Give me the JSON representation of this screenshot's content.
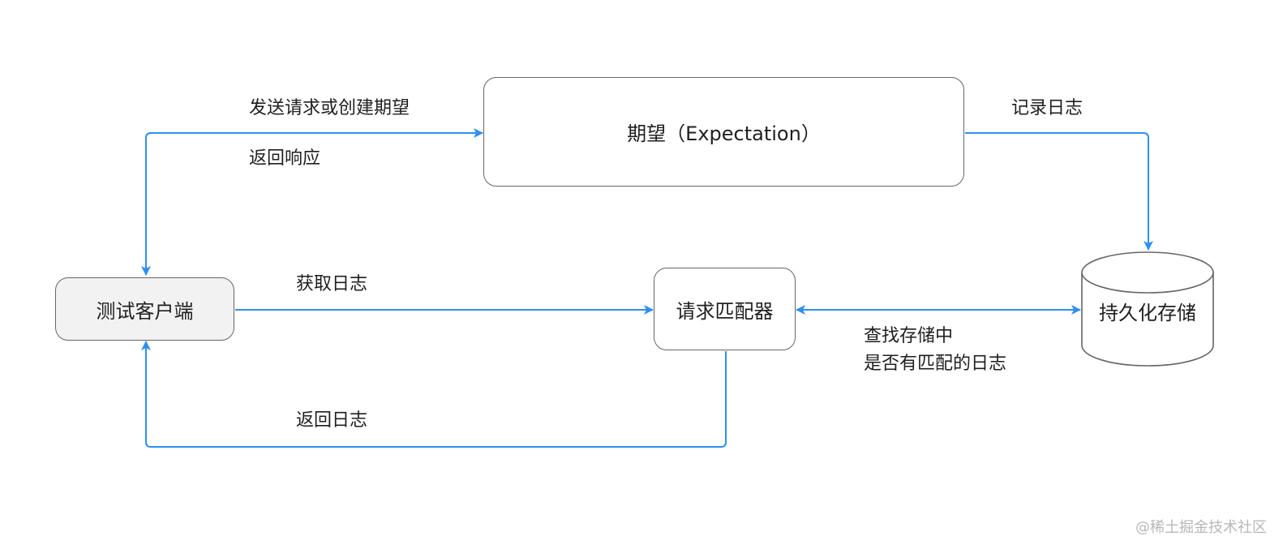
{
  "nodes": {
    "expectation": "期望（Expectation）",
    "client": "测试客户端",
    "matcher": "请求匹配器",
    "storage": "持久化存储"
  },
  "edges": {
    "send_request": "发送请求或创建期望",
    "return_response": "返回响应",
    "record_log": "记录日志",
    "get_log": "获取日志",
    "find_storage_line1": "查找存储中",
    "find_storage_line2": "是否有匹配的日志",
    "return_log": "返回日志"
  },
  "colors": {
    "arrow": "#2f8ff0",
    "box_border": "#666666",
    "client_fill": "#f2f2f2"
  },
  "watermark": "@稀土掘金技术社区"
}
